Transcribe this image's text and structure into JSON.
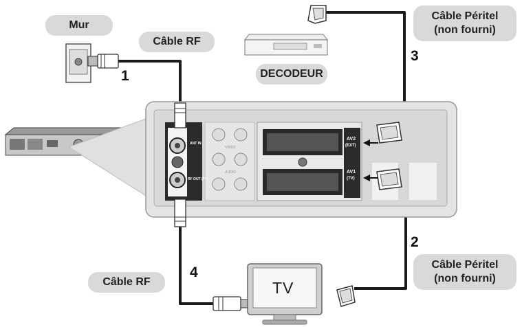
{
  "labels": {
    "wall": "Mur",
    "rf_cable_top": "Câble RF",
    "decoder": "DECODEUR",
    "scart_top_line1": "Câble Péritel",
    "scart_top_line2": "(non fourni)",
    "scart_bottom_line1": "Câble Péritel",
    "scart_bottom_line2": "(non fourni)",
    "rf_cable_bottom": "Câble RF",
    "tv": "TV"
  },
  "steps": [
    "1",
    "2",
    "3",
    "4"
  ],
  "panel": {
    "ant_in": "ANT IN",
    "rf_out": "RF OUT (TV)",
    "video": "VIDEO",
    "audio": "AUDIO",
    "av2": "AV2",
    "av2_sub": "(EXT)",
    "av1": "AV1",
    "av1_sub": "(TV)"
  },
  "colors": {
    "pill": "#d9d9d9",
    "cable": "#1a1a1a",
    "panel": "#e4e4e4",
    "panel_dark": "#2a2a2a"
  }
}
